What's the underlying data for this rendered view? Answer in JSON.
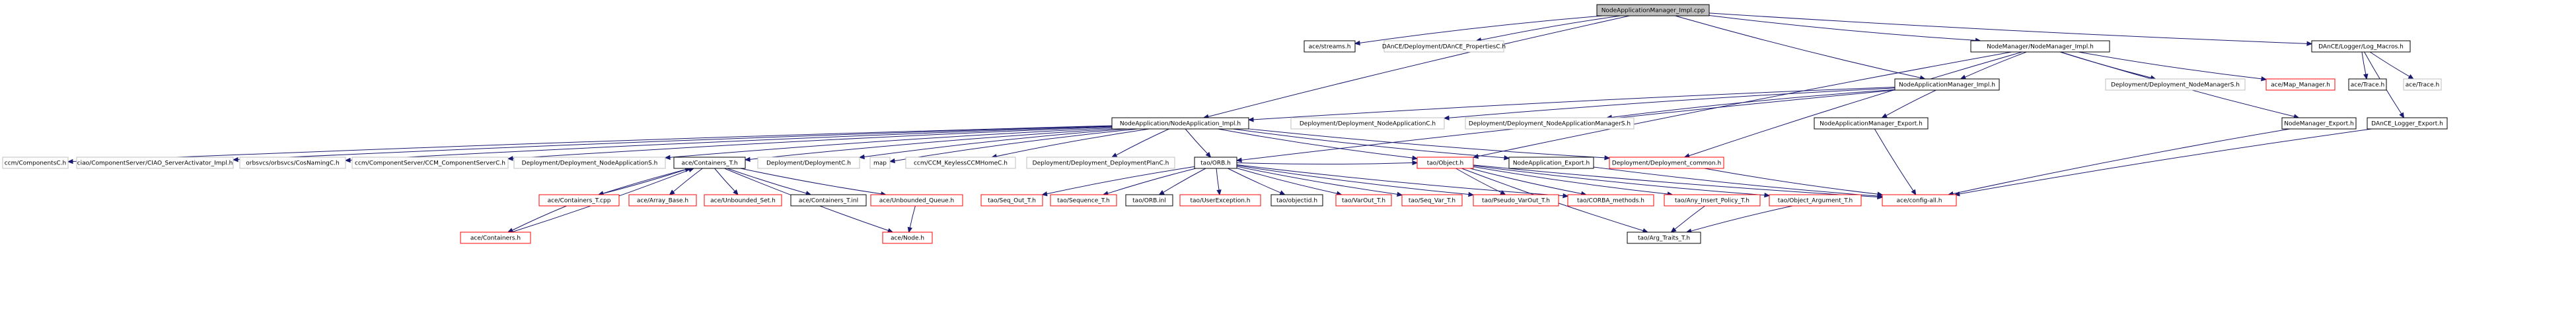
{
  "diagram": {
    "colors": {
      "edge": "#191970",
      "root_fill": "#bfbfbf",
      "root_stroke": "#000000",
      "normal_stroke": "#000000",
      "linked_stroke": "#ff0000",
      "external_stroke": "#bfbfbf",
      "fill": "#ffffff"
    },
    "nodes": [
      {
        "id": "n0",
        "label": "NodeApplicationManager_Impl.cpp",
        "style": "root"
      },
      {
        "id": "n1",
        "label": "ace/streams.h",
        "style": "normal"
      },
      {
        "id": "n2",
        "label": "DAnCE/Deployment/DAnCE_PropertiesC.h",
        "style": "external"
      },
      {
        "id": "n3",
        "label": "NodeManager/NodeManager_Impl.h",
        "style": "normal"
      },
      {
        "id": "n4",
        "label": "DAnCE/Logger/Log_Macros.h",
        "style": "normal"
      },
      {
        "id": "n5",
        "label": "NodeApplicationManager_Impl.h",
        "style": "normal"
      },
      {
        "id": "n6",
        "label": "Deployment/Deployment_NodeManagerS.h",
        "style": "external"
      },
      {
        "id": "n7",
        "label": "ace/Map_Manager.h",
        "style": "linked"
      },
      {
        "id": "n8",
        "label": "ace/Trace.h",
        "style": "normal"
      },
      {
        "id": "n9",
        "label": "ace/Trace.h",
        "style": "external"
      },
      {
        "id": "n10",
        "label": "NodeApplication/NodeApplication_Impl.h",
        "style": "normal"
      },
      {
        "id": "n11",
        "label": "Deployment/Deployment_NodeApplicationC.h",
        "style": "external"
      },
      {
        "id": "n12",
        "label": "Deployment/Deployment_NodeApplicationManagerS.h",
        "style": "external"
      },
      {
        "id": "n13",
        "label": "NodeApplicationManager_Export.h",
        "style": "normal"
      },
      {
        "id": "n14",
        "label": "NodeManager_Export.h",
        "style": "normal"
      },
      {
        "id": "n15",
        "label": "DAnCE_Logger_Export.h",
        "style": "normal"
      },
      {
        "id": "n16",
        "label": "ccm/ComponentsC.h",
        "style": "external"
      },
      {
        "id": "n17",
        "label": "ciao/ComponentServer/CIAO_ServerActivator_Impl.h",
        "style": "external"
      },
      {
        "id": "n18",
        "label": "orbsvcs/orbsvcs/CosNamingC.h",
        "style": "external"
      },
      {
        "id": "n19",
        "label": "ccm/ComponentServer/CCM_ComponentServerC.h",
        "style": "external"
      },
      {
        "id": "n20",
        "label": "Deployment/Deployment_NodeApplicationS.h",
        "style": "external"
      },
      {
        "id": "n21",
        "label": "ace/Containers_T.h",
        "style": "normal"
      },
      {
        "id": "n22",
        "label": "Deployment/DeploymentC.h",
        "style": "external"
      },
      {
        "id": "n23",
        "label": "map",
        "style": "external"
      },
      {
        "id": "n24",
        "label": "ccm/CCM_KeylessCCMHomeC.h",
        "style": "external"
      },
      {
        "id": "n25",
        "label": "Deployment/Deployment_DeploymentPlanC.h",
        "style": "external"
      },
      {
        "id": "n26",
        "label": "tao/ORB.h",
        "style": "normal"
      },
      {
        "id": "n27",
        "label": "tao/Object.h",
        "style": "linked"
      },
      {
        "id": "n28",
        "label": "NodeApplication_Export.h",
        "style": "normal"
      },
      {
        "id": "n29",
        "label": "Deployment/Deployment_common.h",
        "style": "linked"
      },
      {
        "id": "n30",
        "label": "ace/Containers_T.cpp",
        "style": "linked"
      },
      {
        "id": "n31",
        "label": "ace/Array_Base.h",
        "style": "linked"
      },
      {
        "id": "n32",
        "label": "ace/Unbounded_Set.h",
        "style": "linked"
      },
      {
        "id": "n33",
        "label": "ace/Containers_T.inl",
        "style": "normal"
      },
      {
        "id": "n34",
        "label": "ace/Unbounded_Queue.h",
        "style": "linked"
      },
      {
        "id": "n35",
        "label": "tao/Seq_Out_T.h",
        "style": "linked"
      },
      {
        "id": "n36",
        "label": "tao/Sequence_T.h",
        "style": "linked"
      },
      {
        "id": "n37",
        "label": "tao/ORB.inl",
        "style": "normal"
      },
      {
        "id": "n38",
        "label": "tao/UserException.h",
        "style": "linked"
      },
      {
        "id": "n39",
        "label": "tao/objectid.h",
        "style": "normal"
      },
      {
        "id": "n40",
        "label": "tao/VarOut_T.h",
        "style": "linked"
      },
      {
        "id": "n41",
        "label": "tao/Seq_Var_T.h",
        "style": "linked"
      },
      {
        "id": "n42",
        "label": "tao/Pseudo_VarOut_T.h",
        "style": "linked"
      },
      {
        "id": "n43",
        "label": "tao/CORBA_methods.h",
        "style": "linked"
      },
      {
        "id": "n44",
        "label": "tao/Any_Insert_Policy_T.h",
        "style": "linked"
      },
      {
        "id": "n45",
        "label": "tao/Object_Argument_T.h",
        "style": "linked"
      },
      {
        "id": "n46",
        "label": "ace/config-all.h",
        "style": "linked"
      },
      {
        "id": "n47",
        "label": "ace/Containers.h",
        "style": "linked"
      },
      {
        "id": "n48",
        "label": "ace/Node.h",
        "style": "linked"
      },
      {
        "id": "n49",
        "label": "tao/Arg_Traits_T.h",
        "style": "normal"
      }
    ],
    "edges": [
      [
        "n0",
        "n1"
      ],
      [
        "n0",
        "n2"
      ],
      [
        "n0",
        "n3"
      ],
      [
        "n0",
        "n4"
      ],
      [
        "n0",
        "n5"
      ],
      [
        "n0",
        "n10"
      ],
      [
        "n3",
        "n5"
      ],
      [
        "n3",
        "n6"
      ],
      [
        "n3",
        "n7"
      ],
      [
        "n3",
        "n14"
      ],
      [
        "n3",
        "n27"
      ],
      [
        "n3",
        "n29"
      ],
      [
        "n4",
        "n8"
      ],
      [
        "n4",
        "n9"
      ],
      [
        "n4",
        "n15"
      ],
      [
        "n5",
        "n10"
      ],
      [
        "n5",
        "n11"
      ],
      [
        "n5",
        "n12"
      ],
      [
        "n5",
        "n13"
      ],
      [
        "n5",
        "n26"
      ],
      [
        "n10",
        "n16"
      ],
      [
        "n10",
        "n17"
      ],
      [
        "n10",
        "n18"
      ],
      [
        "n10",
        "n19"
      ],
      [
        "n10",
        "n20"
      ],
      [
        "n10",
        "n21"
      ],
      [
        "n10",
        "n22"
      ],
      [
        "n10",
        "n23"
      ],
      [
        "n10",
        "n24"
      ],
      [
        "n10",
        "n25"
      ],
      [
        "n10",
        "n26"
      ],
      [
        "n10",
        "n27"
      ],
      [
        "n10",
        "n28"
      ],
      [
        "n10",
        "n29"
      ],
      [
        "n13",
        "n46"
      ],
      [
        "n14",
        "n46"
      ],
      [
        "n15",
        "n46"
      ],
      [
        "n28",
        "n46"
      ],
      [
        "n29",
        "n46"
      ],
      [
        "n21",
        "n30"
      ],
      [
        "n21",
        "n31"
      ],
      [
        "n21",
        "n32"
      ],
      [
        "n21",
        "n33"
      ],
      [
        "n21",
        "n34"
      ],
      [
        "n21",
        "n48"
      ],
      [
        "n30",
        "n47"
      ],
      [
        "n30",
        "n21"
      ],
      [
        "n47",
        "n21"
      ],
      [
        "n34",
        "n48"
      ],
      [
        "n26",
        "n35"
      ],
      [
        "n26",
        "n36"
      ],
      [
        "n26",
        "n37"
      ],
      [
        "n26",
        "n38"
      ],
      [
        "n26",
        "n39"
      ],
      [
        "n26",
        "n40"
      ],
      [
        "n26",
        "n41"
      ],
      [
        "n26",
        "n42"
      ],
      [
        "n26",
        "n43"
      ],
      [
        "n26",
        "n27"
      ],
      [
        "n27",
        "n42"
      ],
      [
        "n27",
        "n43"
      ],
      [
        "n27",
        "n44"
      ],
      [
        "n27",
        "n45"
      ],
      [
        "n27",
        "n46"
      ],
      [
        "n27",
        "n49"
      ],
      [
        "n44",
        "n49"
      ],
      [
        "n45",
        "n49"
      ]
    ]
  }
}
